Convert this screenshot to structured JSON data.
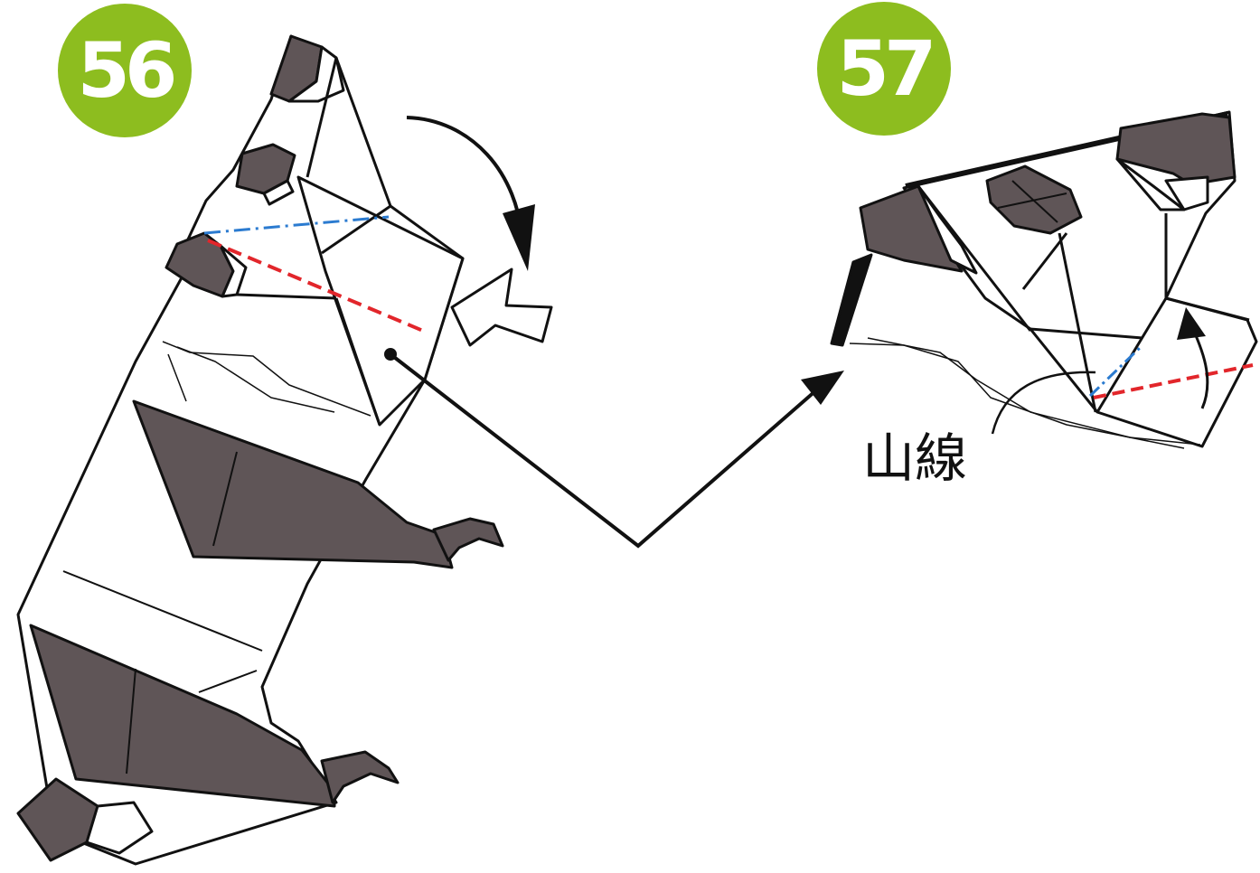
{
  "steps": [
    {
      "number": "56"
    },
    {
      "number": "57"
    }
  ],
  "annotations": {
    "mountain_fold_label": "山線"
  },
  "colors": {
    "badge": "#8dbd1f",
    "paper_dark": "#5f5557",
    "outline": "#111111",
    "valley_fold": "#e2262b",
    "mountain_fold": "#2b7bd0"
  }
}
